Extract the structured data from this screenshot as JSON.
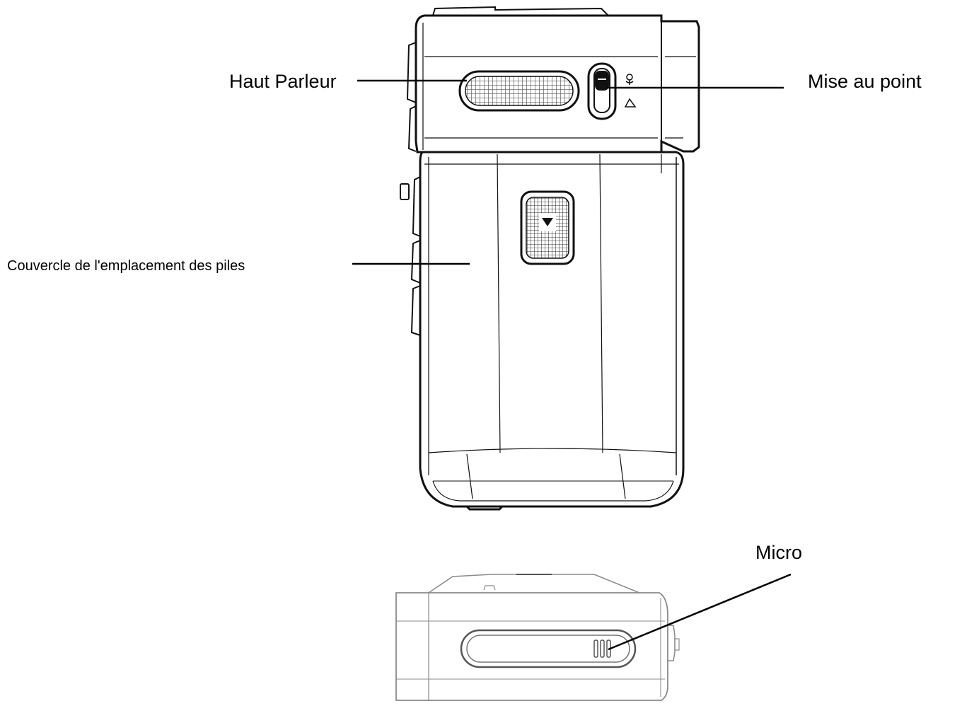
{
  "callouts": {
    "speaker": "Haut Parleur",
    "focus": "Mise au point",
    "battery_cover": "Couvercle de l'emplacement des piles",
    "microphone": "Micro"
  },
  "colors": {
    "outline": "#111111",
    "light_outline": "#8a8a8a",
    "grille": "#555555",
    "background": "#ffffff"
  }
}
